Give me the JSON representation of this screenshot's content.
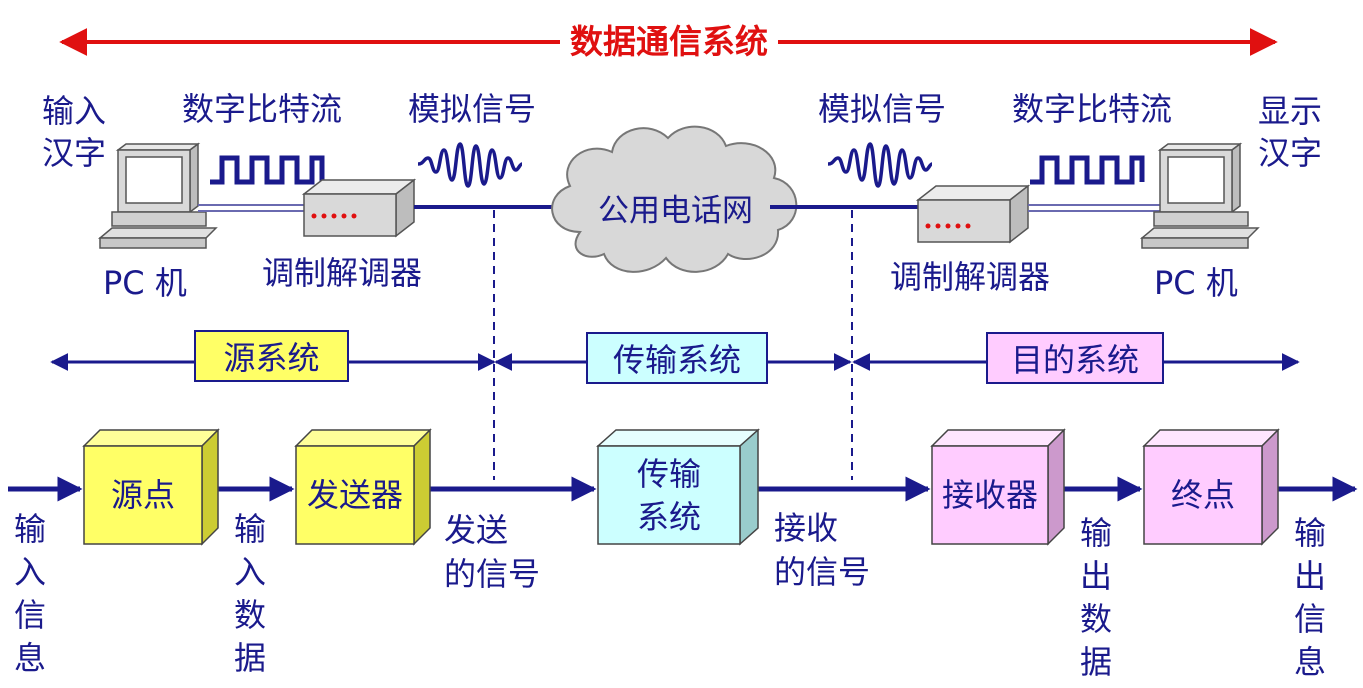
{
  "title": "数据通信系统",
  "colors": {
    "accent_red": "#e01010",
    "line_navy": "#1a1a8c",
    "source_yellow": "#ffff66",
    "transmission_cyan": "#ccffff",
    "destination_pink": "#ffccff",
    "cloud_gray": "#d8d8d8"
  },
  "top": {
    "input_hanzi": "输入\n汉字",
    "display_hanzi": "显示\n汉字",
    "left_bitstream": "数字比特流",
    "right_bitstream": "数字比特流",
    "left_analog": "模拟信号",
    "right_analog": "模拟信号",
    "cloud": "公用电话网",
    "left_pc": "PC 机",
    "right_pc": "PC 机",
    "left_modem": "调制解调器",
    "right_modem": "调制解调器"
  },
  "systems": {
    "source": "源系统",
    "transmission": "传输系统",
    "destination": "目的系统"
  },
  "blocks": {
    "source_point": "源点",
    "transmitter": "发送器",
    "transmission": "传输\n系统",
    "receiver": "接收器",
    "destination_point": "终点"
  },
  "flow": {
    "input_info": "输入信息",
    "input_data": "输入数据",
    "sent_signal": "发送\n的信号",
    "received_signal": "接收\n的信号",
    "output_data": "输出数据",
    "output_info": "输出信息"
  }
}
